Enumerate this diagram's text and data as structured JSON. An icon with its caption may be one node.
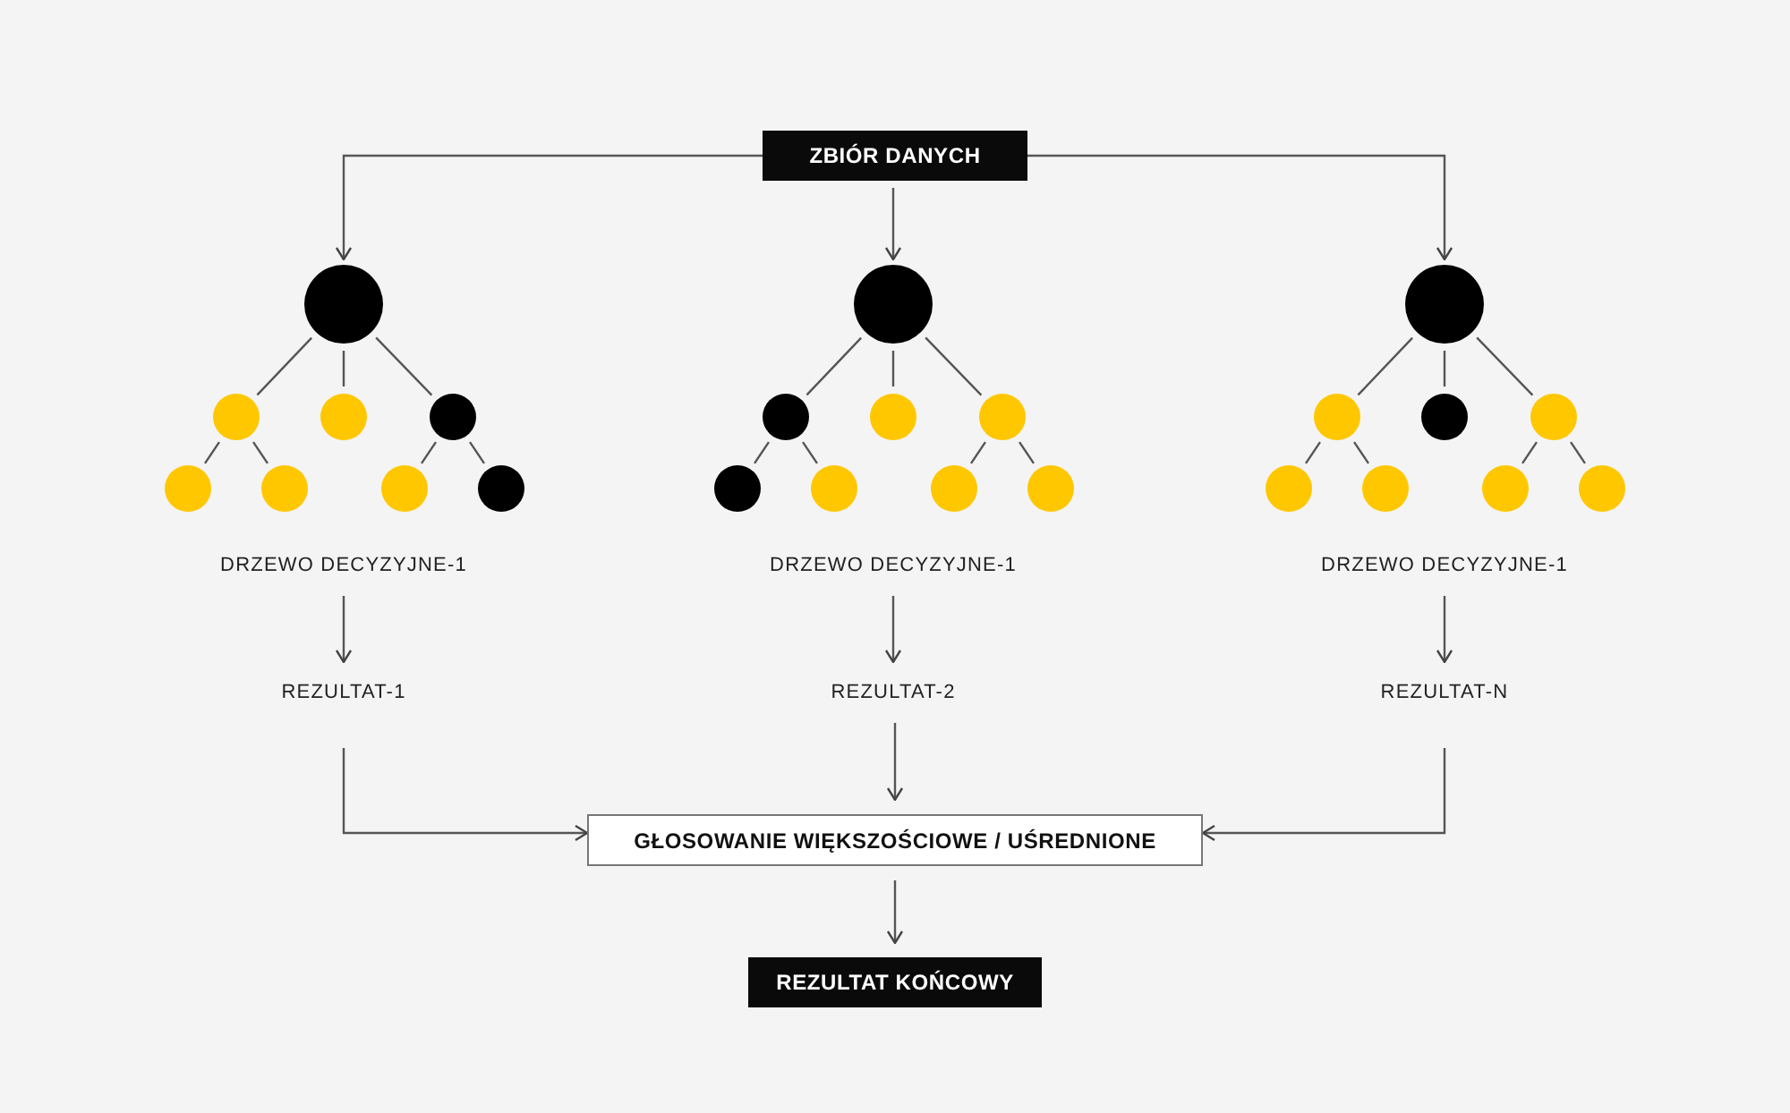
{
  "diagram": {
    "nodes": [
      {
        "text": [
          "ZBIÓR DANYCH"
        ]
      },
      {
        "text": [],
        "shape": "circle"
      },
      {
        "text": [],
        "shape": "circle"
      },
      {
        "text": [],
        "shape": "circle"
      },
      {
        "text": [],
        "shape": "circle"
      },
      {
        "text": [],
        "shape": "circle"
      },
      {
        "text": [],
        "shape": "circle"
      },
      {
        "text": [],
        "shape": "circle"
      },
      {
        "text": [],
        "shape": "circle"
      },
      {
        "text": [],
        "shape": "circle"
      },
      {
        "text": [],
        "shape": "circle"
      },
      {
        "text": [],
        "shape": "circle"
      },
      {
        "text": [],
        "shape": "circle"
      },
      {
        "text": [],
        "shape": "circle"
      },
      {
        "text": [],
        "shape": "circle"
      },
      {
        "text": [],
        "shape": "circle"
      },
      {
        "text": [],
        "shape": "circle"
      },
      {
        "text": [],
        "shape": "circle"
      },
      {
        "text": [],
        "shape": "circle"
      },
      {
        "text": [],
        "shape": "circle"
      },
      {
        "text": [],
        "shape": "circle"
      },
      {
        "text": [],
        "shape": "circle"
      },
      {
        "text": [],
        "shape": "circle"
      },
      {
        "text": [],
        "shape": "circle"
      },
      {
        "text": [],
        "shape": "circle"
      },
      {
        "text": [
          "DRZEWO DECYZYJNE-1"
        ]
      },
      {
        "text": [
          "DRZEWO DECYZYJNE-1"
        ]
      },
      {
        "text": [
          "DRZEWO DECYZYJNE-1"
        ]
      },
      {
        "text": [
          "REZULTAT-1"
        ]
      },
      {
        "text": [
          "REZULTAT-2"
        ]
      },
      {
        "text": [
          "REZULTAT-N"
        ]
      },
      {
        "text": [
          "GŁOSOWANIE WIĘKSZOŚCIOWE / UŚREDNIONE"
        ]
      },
      {
        "text": [
          "REZULTAT KOŃCOWY"
        ]
      }
    ],
    "edges": [
      {
        "from": 0,
        "to": 1,
        "arrow": "to"
      },
      {
        "from": 0,
        "to": 9,
        "arrow": "to"
      },
      {
        "from": 0,
        "to": 17,
        "arrow": "to"
      },
      {
        "from": 1,
        "to": 2,
        "arrow": "none"
      },
      {
        "from": 1,
        "to": 3,
        "arrow": "none"
      },
      {
        "from": 1,
        "to": 4,
        "arrow": "none"
      },
      {
        "from": 2,
        "to": 5,
        "arrow": "none"
      },
      {
        "from": 2,
        "to": 6,
        "arrow": "none"
      },
      {
        "from": 4,
        "to": 7,
        "arrow": "none"
      },
      {
        "from": 4,
        "to": 8,
        "arrow": "none"
      },
      {
        "from": 9,
        "to": 10,
        "arrow": "none"
      },
      {
        "from": 9,
        "to": 11,
        "arrow": "none"
      },
      {
        "from": 9,
        "to": 12,
        "arrow": "none"
      },
      {
        "from": 10,
        "to": 13,
        "arrow": "none"
      },
      {
        "from": 10,
        "to": 14,
        "arrow": "none"
      },
      {
        "from": 12,
        "to": 15,
        "arrow": "none"
      },
      {
        "from": 12,
        "to": 16,
        "arrow": "none"
      },
      {
        "from": 17,
        "to": 18,
        "arrow": "none"
      },
      {
        "from": 17,
        "to": 19,
        "arrow": "none"
      },
      {
        "from": 17,
        "to": 20,
        "arrow": "none"
      },
      {
        "from": 18,
        "to": 21,
        "arrow": "none"
      },
      {
        "from": 18,
        "to": 22,
        "arrow": "none"
      },
      {
        "from": 20,
        "to": 23,
        "arrow": "none"
      },
      {
        "from": 20,
        "to": 24,
        "arrow": "none"
      },
      {
        "from": 25,
        "to": 28,
        "arrow": "to"
      },
      {
        "from": 26,
        "to": 29,
        "arrow": "to"
      },
      {
        "from": 27,
        "to": 30,
        "arrow": "to"
      },
      {
        "from": 28,
        "to": 31,
        "arrow": "to"
      },
      {
        "from": 29,
        "to": 31,
        "arrow": "to"
      },
      {
        "from": 30,
        "to": 31,
        "arrow": "to"
      },
      {
        "from": 31,
        "to": 32,
        "arrow": "to"
      }
    ]
  }
}
